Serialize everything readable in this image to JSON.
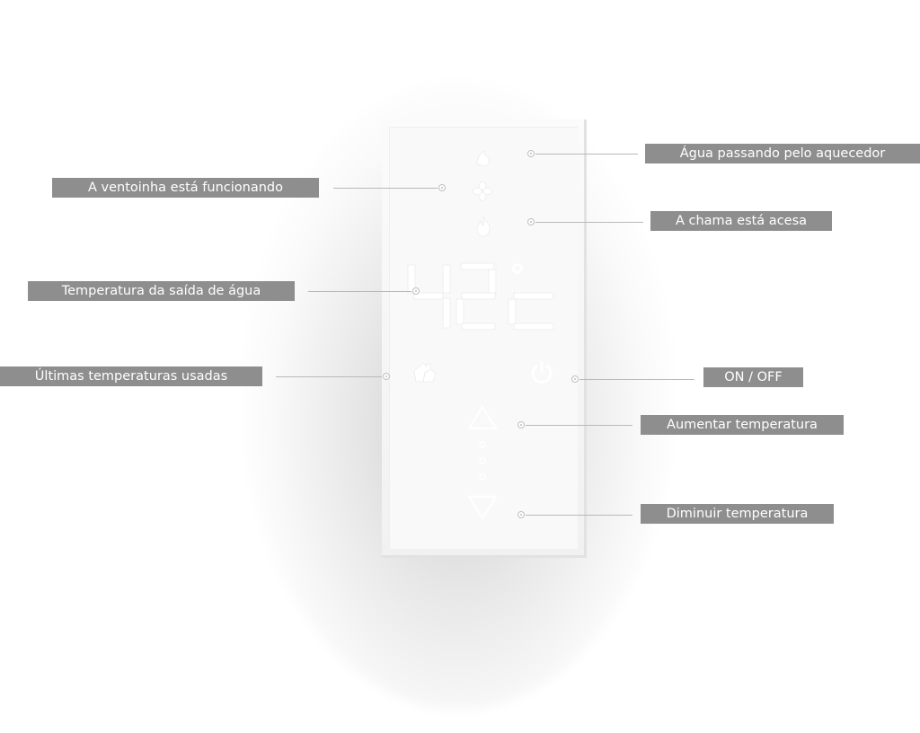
{
  "display": {
    "temperature": "42",
    "unit": "c",
    "degree": "°"
  },
  "callouts": {
    "water_flow": "Água passando pelo aquecedor",
    "fan": "A ventoinha está funcionando",
    "flame": "A chama está acesa",
    "water_temp": "Temperatura da saída de água",
    "last_temps": "Últimas temperaturas usadas",
    "power": "ON / OFF",
    "temp_up": "Aumentar temperatura",
    "temp_down": "Diminuir temperatura"
  },
  "icons": {
    "water_flow": "water-drop-icon",
    "fan": "fan-icon",
    "flame": "flame-icon",
    "last_temps": "history-icon",
    "power": "power-icon",
    "up": "triangle-up-icon",
    "down": "triangle-down-icon"
  },
  "colors": {
    "icon": "#ffffff",
    "callout_bg": "#8e8e8e",
    "callout_text": "#ffffff",
    "leader": "#b9b9b9"
  }
}
